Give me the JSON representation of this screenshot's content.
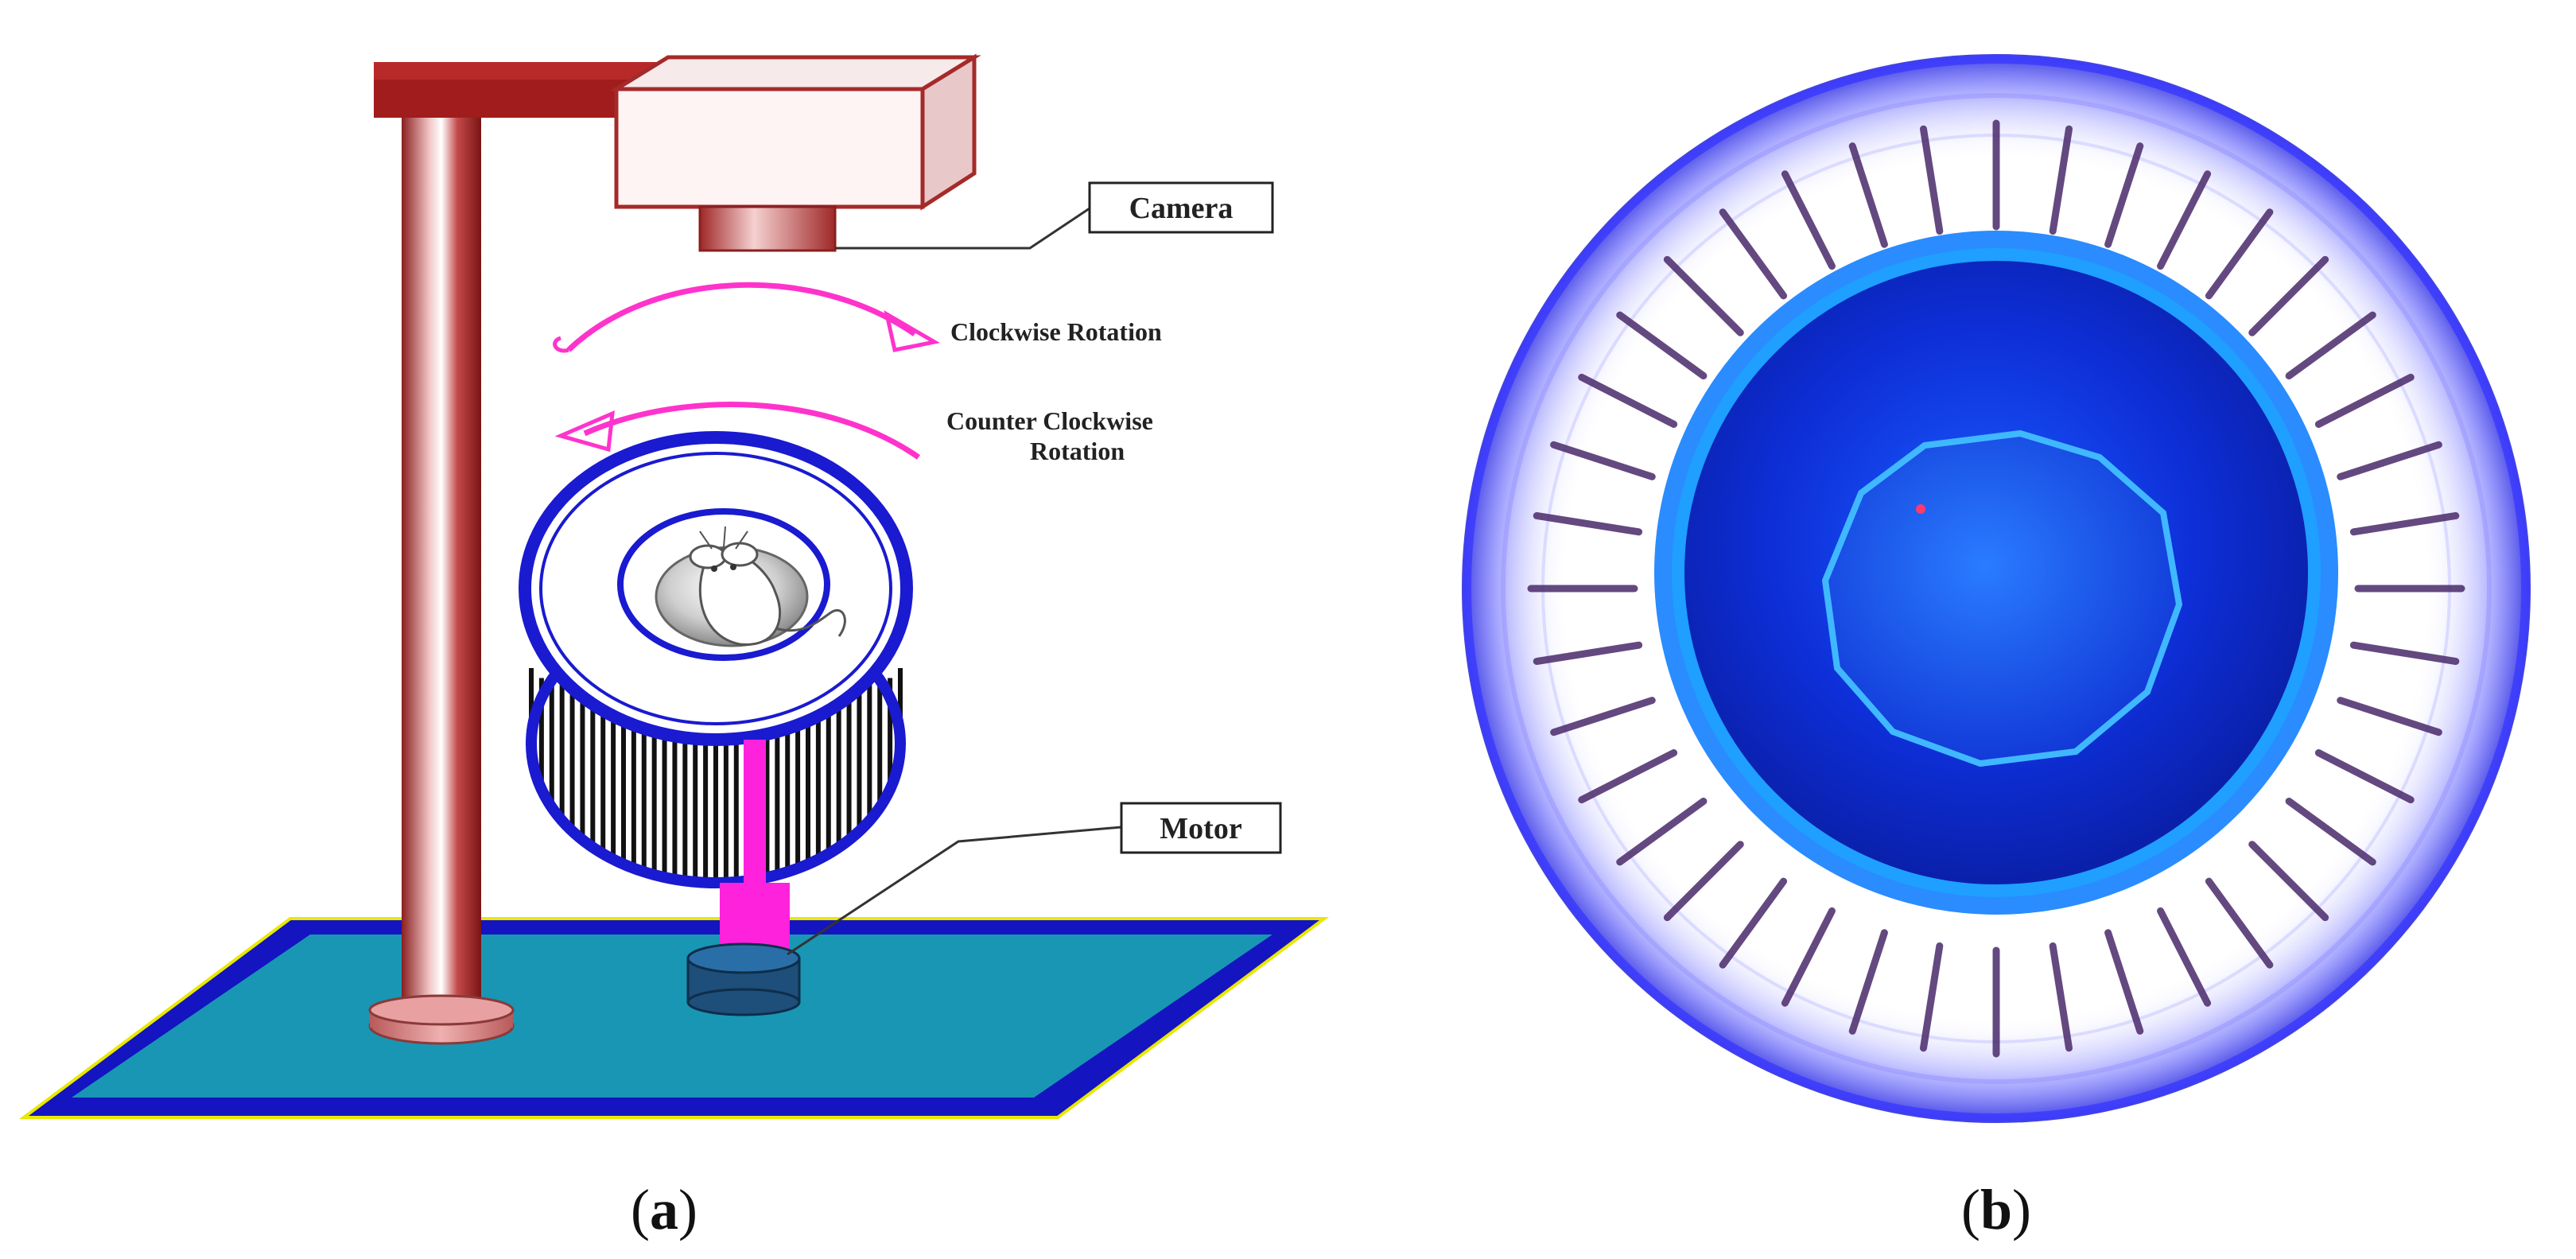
{
  "figure": {
    "panel_a": {
      "letter": "a",
      "labels": {
        "camera": "Camera",
        "motor": "Motor",
        "clockwise": "Clockwise Rotation",
        "counter_line1": "Counter Clockwise",
        "counter_line2": "Rotation"
      }
    },
    "panel_b": {
      "letter": "b"
    }
  },
  "colors": {
    "stand": "#a52a2a",
    "camera": "#b03030",
    "arrow": "#ff33cc",
    "wheel": "#1a1ad0",
    "base": "#1996b4",
    "base_border": "#1414c0",
    "motor": "#1e4e7a",
    "shaft": "#ff22dd",
    "glow": "#3a3aff"
  }
}
